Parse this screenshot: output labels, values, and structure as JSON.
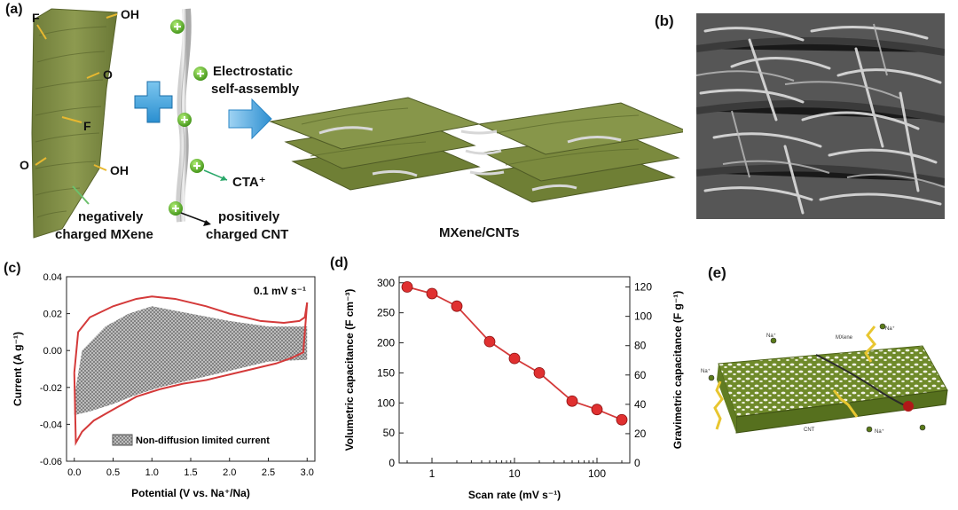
{
  "panel_labels": {
    "a": "(a)",
    "b": "(b)",
    "c": "(c)",
    "d": "(d)",
    "e": "(e)"
  },
  "panel_a": {
    "mxene_groups": [
      "F",
      "OH",
      "O",
      "F",
      "O",
      "OH"
    ],
    "negatively_line1": "negatively",
    "negatively_line2": "charged MXene",
    "positively_line1": "positively",
    "positively_line2": "charged CNT",
    "cta": "CTA⁺",
    "assembly_line1": "Electrostatic",
    "assembly_line2": "self-assembly",
    "product": "MXene/CNTs",
    "colors": {
      "mxene": "#7f8c44",
      "mxene_dark": "#5e6a30",
      "plus": "#3aa0dc",
      "arrow": "#3a98d8",
      "charge": "#4caf1e"
    }
  },
  "panel_e": {
    "labels": [
      "MXene",
      "Na⁺",
      "Na⁺",
      "Na⁺",
      "CNT",
      "Na⁺"
    ],
    "colors": {
      "film": "#6f8a2a",
      "ion": "#e8c630",
      "ball": "#b01818"
    }
  },
  "chart_data": [
    {
      "type": "line",
      "panel": "c",
      "title": "0.1 mV s⁻¹",
      "xlabel": "Potential (V vs. Na⁺/Na)",
      "ylabel": "Current (A g⁻¹)",
      "xlim": [
        -0.1,
        3.1
      ],
      "ylim": [
        -0.06,
        0.04
      ],
      "xticks": [
        "0.0",
        "0.5",
        "1.0",
        "1.5",
        "2.0",
        "2.5",
        "3.0"
      ],
      "yticks": [
        "-0.06",
        "-0.04",
        "-0.02",
        "0.00",
        "0.02",
        "0.04"
      ],
      "legend": "Non-diffusion limited current",
      "legend_position": "bottom-right",
      "series": [
        {
          "x": [
            0.0,
            0.05,
            0.2,
            0.5,
            0.8,
            1.0,
            1.3,
            1.7,
            2.0,
            2.4,
            2.7,
            2.9,
            2.97,
            3.0
          ],
          "y": [
            -0.012,
            0.01,
            0.018,
            0.024,
            0.028,
            0.0293,
            0.028,
            0.024,
            0.02,
            0.016,
            0.015,
            0.016,
            0.018,
            0.026
          ]
        },
        {
          "x": [
            3.0,
            2.95,
            2.8,
            2.6,
            2.3,
            2.0,
            1.7,
            1.4,
            1.1,
            0.8,
            0.5,
            0.25,
            0.1,
            0.02,
            0.0
          ],
          "y": [
            0.026,
            -0.001,
            -0.004,
            -0.007,
            -0.01,
            -0.013,
            -0.016,
            -0.018,
            -0.021,
            -0.025,
            -0.032,
            -0.038,
            -0.044,
            -0.05,
            -0.012
          ]
        }
      ],
      "shaded_region": {
        "upper": {
          "x": [
            0.0,
            0.1,
            0.4,
            0.7,
            1.0,
            1.5,
            2.0,
            2.5,
            3.0
          ],
          "y": [
            -0.025,
            0.0,
            0.013,
            0.02,
            0.024,
            0.02,
            0.016,
            0.013,
            0.013
          ]
        },
        "lower": {
          "x": [
            0.0,
            0.2,
            0.5,
            0.8,
            1.1,
            1.5,
            2.0,
            2.5,
            3.0
          ],
          "y": [
            -0.035,
            -0.033,
            -0.029,
            -0.024,
            -0.02,
            -0.016,
            -0.011,
            -0.006,
            -0.005
          ]
        }
      },
      "colors": {
        "line": "#d43a3a",
        "shade": "#8a8a8a"
      }
    },
    {
      "type": "line",
      "panel": "d",
      "xlabel": "Scan rate (mV s⁻¹)",
      "ylabel": "Volumetric capacitance (F cm⁻³)",
      "y2label": "Gravimetric capacitance (F g⁻¹)",
      "xscale": "log",
      "xlim": [
        0.4,
        250
      ],
      "ylim": [
        0,
        310
      ],
      "y2lim": [
        0,
        127
      ],
      "xticks": [
        1,
        10,
        100
      ],
      "yticks": [
        0,
        50,
        100,
        150,
        200,
        250,
        300
      ],
      "y2ticks": [
        0,
        20,
        40,
        60,
        80,
        100,
        120
      ],
      "x": [
        0.5,
        1,
        2,
        5,
        10,
        20,
        50,
        100,
        200
      ],
      "y": [
        293,
        282,
        261,
        202,
        174,
        150,
        103,
        89,
        72
      ],
      "colors": {
        "line": "#d43a3a",
        "marker": "#e03030"
      }
    }
  ]
}
